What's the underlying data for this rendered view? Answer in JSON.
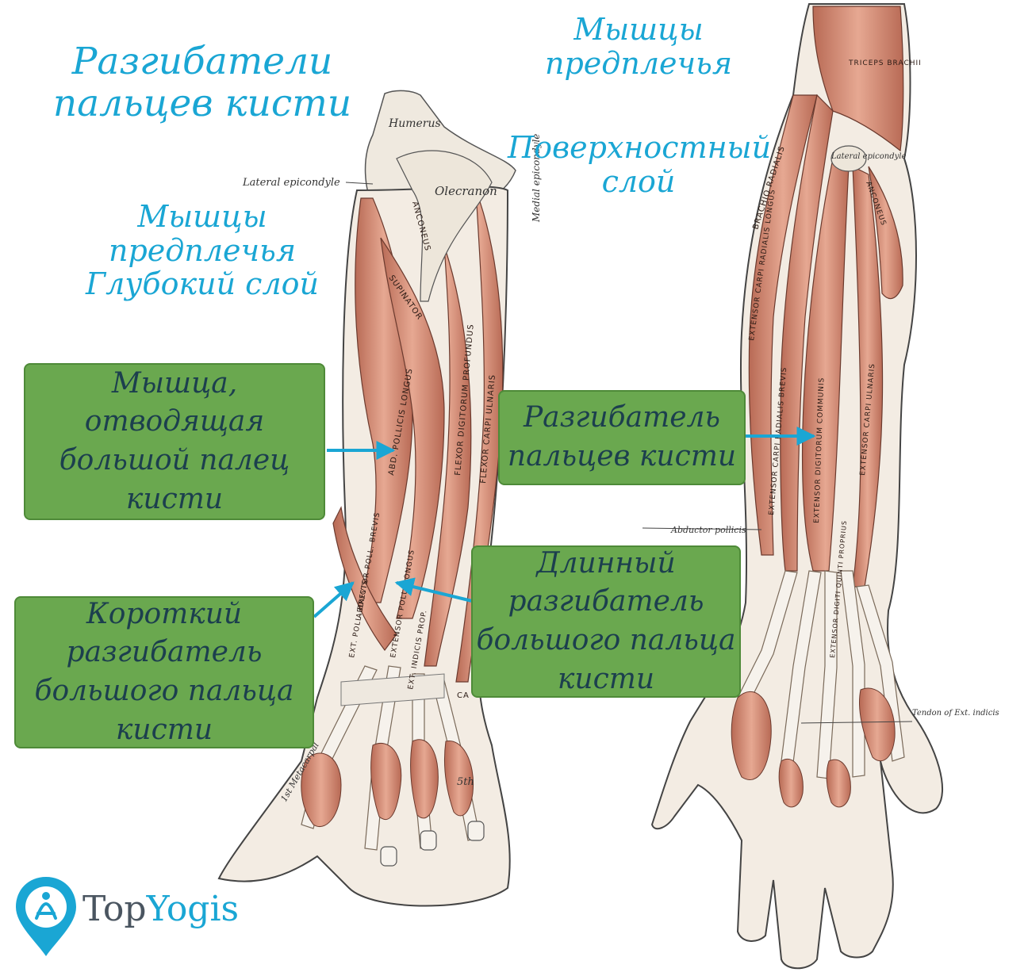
{
  "titles": {
    "main": [
      "Разгибатели",
      "пальцев кисти"
    ],
    "deep": [
      "Мышцы",
      "предплечья",
      "Глубокий слой"
    ],
    "surface_top": [
      "Мышцы",
      "предплечья"
    ],
    "surface_bottom": [
      "Поверхностный",
      "слой"
    ]
  },
  "callouts": {
    "abductor": [
      "Мышца,",
      "отводящая",
      "большой палец",
      "кисти"
    ],
    "short_extensor": [
      "Короткий",
      "разгибатель",
      "большого пальца",
      "кисти"
    ],
    "long_extensor": [
      "Длинный",
      "разгибатель",
      "большого пальца",
      "кисти"
    ],
    "extensor_digitorum": [
      "Разгибатель",
      "пальцев кисти"
    ]
  },
  "anatomy_labels": {
    "humerus": "Humerus",
    "lateral_epicondyle": "Lateral epicondyle",
    "medial_epicondyle": "Medial epicondyle",
    "olecranon": "Olecranon",
    "anconeus_left": "ANCONEUS",
    "supinator": "SUPINATOR",
    "abd_poll_longus": "ABD. POLLICIS LONGUS",
    "flexor_dig_prof": "FLEXOR DIGITORUM PROFUNDUS",
    "flexor_carpi_uln": "FLEXOR CARPI ULNARIS",
    "abd_poll_brevis": "ABDUCTOR POLL. BREVIS",
    "ext_poll_brevis": "EXT. POLL. BREVIS",
    "ext_poll_longus": "EXTENSOR POLL. LONGUS",
    "ext_indicis_prop": "EXT. INDICIS PROP.",
    "cap": "CA",
    "metacarpal": "1st Metacarpal",
    "fifth": "5th",
    "triceps": "TRICEPS BRACHII",
    "lateral_epicondyle_right": "Lateral epicondyle",
    "brachioradialis": "BRACHIO RADIALIS",
    "ext_carpi_rad_long": "EXTENSOR CARPI RADIALIS LONGUS",
    "ext_carpi_rad_brev": "EXTENSOR CARPI RADIALIS BREVIS",
    "anconeus_right": "ANCONEUS",
    "ext_dig_comm": "EXTENSOR DIGITORUM COMMUNIS",
    "ext_carpi_uln": "EXTENSOR CARPI ULNARIS",
    "ext_dig_quinti": "EXTENSOR DIGITI QUINTI PROPRIUS",
    "abductor_pollicis": "Abductor pollicis",
    "tendon_ext_indicis": "Tendon of Ext. indicis"
  },
  "logo": {
    "brand_a": "Top",
    "brand_b": "Yogis"
  },
  "colors": {
    "title": "#1aa6d4",
    "callout_bg": "#6aa84f",
    "callout_text": "#1c3f4e",
    "arrow": "#1aa6d4",
    "muscle": "#d9937c",
    "tendon": "#f3efe8"
  }
}
